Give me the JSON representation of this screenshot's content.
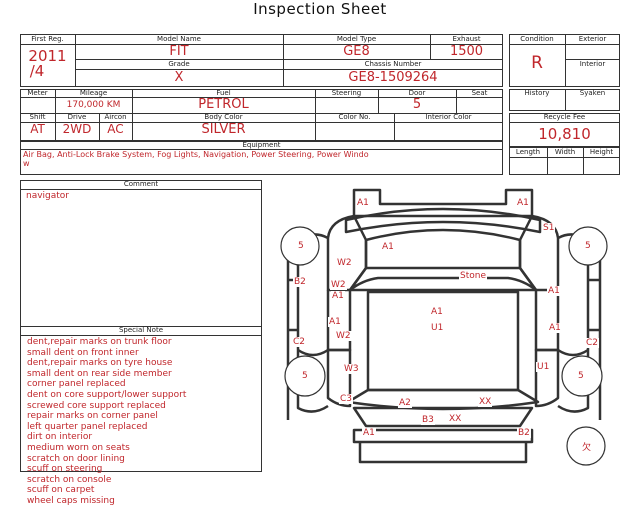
{
  "title": "Inspection Sheet",
  "labels": {
    "first_reg": "First Reg.",
    "model_name": "Model Name",
    "model_type": "Model Type",
    "exhaust": "Exhaust",
    "grade": "Grade",
    "chassis_number": "Chassis Number",
    "condition": "Condition",
    "exterior": "Exterior",
    "interior": "Interior",
    "meter": "Meter",
    "mileage": "Mileage",
    "fuel": "Fuel",
    "steering": "Steering",
    "door": "Door",
    "seat": "Seat",
    "history": "History",
    "syaken": "Syaken",
    "shift": "Shift",
    "drive": "Drive",
    "aircon": "Aircon",
    "body_color": "Body Color",
    "color_no": "Color No.",
    "interior_color": "Interior Color",
    "recycle_fee": "Recycle Fee",
    "equipment": "Equipment",
    "length": "Length",
    "width": "Width",
    "height": "Height",
    "comment": "Comment",
    "special_note": "Special Note"
  },
  "values": {
    "first_reg_year": "2011",
    "first_reg_month": "/4",
    "model_name": "FIT",
    "model_type": "GE8",
    "exhaust": "1500",
    "grade": "X",
    "chassis_number": "GE8-1509264",
    "condition": "R",
    "mileage": "170,000 KM",
    "fuel": "PETROL",
    "door": "5",
    "shift": "AT",
    "drive": "2WD",
    "aircon": "AC",
    "body_color": "SILVER",
    "recycle_fee": "10,810",
    "equipment_line1": "Air Bag, Anti-Lock Brake System, Fog Lights, Navigation, Power Steering, Power Windo",
    "equipment_line2": "w",
    "comment": "navigator"
  },
  "special_notes": [
    "dent,repair marks on trunk floor",
    "small dent on front inner",
    "dent,repair marks on tyre house",
    "small dent on rear side member",
    "corner panel replaced",
    "dent on core support/lower support",
    "screwed core support replaced",
    "repair marks on corner panel",
    "left quarter panel replaced",
    "dirt on interior",
    "medium worn on seats",
    "scratch on door lining",
    "scuff on steering",
    "scratch on console",
    "scuff on carpet",
    "wheel caps missing"
  ],
  "damage_marks": {
    "front_left_corner": "A1",
    "front_right_corner": "A1",
    "front_right_fender": "S1",
    "hood_center": "A1",
    "front_left_wheel": "5",
    "front_right_wheel": "5",
    "left_fender_w2": "W2",
    "left_fender_b2": "B2",
    "roof": "Stone",
    "left_front_door_w2": "W2",
    "left_front_door_a1": "A1",
    "right_front_door": "A1",
    "roof_a1": "A1",
    "roof_u1": "U1",
    "left_rear_door_a1": "A1",
    "left_rear_door_w2": "W2",
    "right_rear_door": "A1",
    "left_side_c2": "C2",
    "right_side_c2": "C2",
    "left_quarter_w3": "W3",
    "right_quarter_u1": "U1",
    "rear_left_wheel": "5",
    "rear_right_wheel": "5",
    "left_rear_c3": "C3",
    "trunk_a2": "A2",
    "trunk_xx": "XX",
    "rear_b3": "B3",
    "rear_xx": "XX",
    "rear_left_bumper": "A1",
    "rear_right_bumper": "B2",
    "stamp": "欠"
  },
  "colors": {
    "value": "#c0262b",
    "line": "#333333"
  }
}
